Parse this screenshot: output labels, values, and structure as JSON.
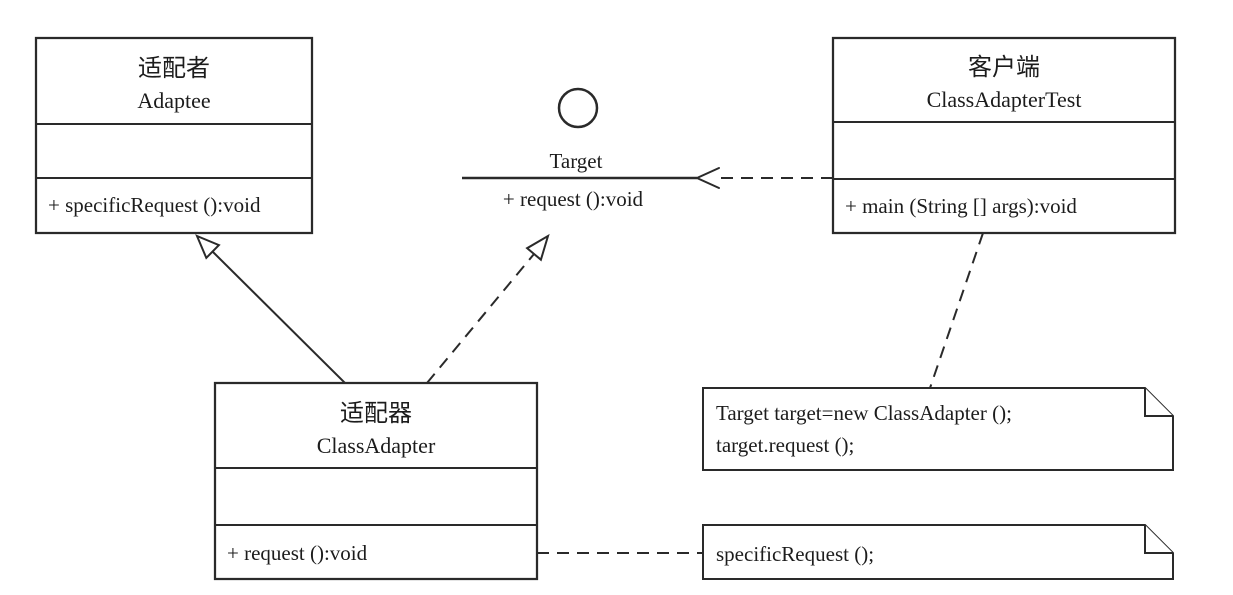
{
  "colors": {
    "background": "#ffffff",
    "stroke": "#2a2a2a",
    "text": "#1c1c1c"
  },
  "classes": {
    "adaptee": {
      "name_cn": "适配者",
      "name": "Adaptee",
      "attributes": "",
      "operations": "+ specificRequest ():void"
    },
    "client": {
      "name_cn": "客户端",
      "name": "ClassAdapterTest",
      "attributes": "",
      "operations": "+ main (String [] args):void"
    },
    "adapter": {
      "name_cn": "适配器",
      "name": "ClassAdapter",
      "attributes": "",
      "operations": "+ request ():void"
    }
  },
  "interface_lollipop": {
    "name": "Target",
    "operation": "+ request ():void"
  },
  "notes": {
    "client_note": {
      "line1": "Target target=new ClassAdapter ();",
      "line2": "target.request ();"
    },
    "adapter_note": {
      "line1": "specificRequest ();"
    }
  },
  "relationships": [
    {
      "type": "generalization",
      "from": "ClassAdapter",
      "to": "Adaptee",
      "line": "solid",
      "arrowhead": "hollow-triangle"
    },
    {
      "type": "realization",
      "from": "ClassAdapter",
      "to": "Target",
      "line": "dashed",
      "arrowhead": "hollow-triangle"
    },
    {
      "type": "dependency",
      "from": "ClassAdapterTest",
      "to": "Target",
      "line": "dashed",
      "arrowhead": "open"
    },
    {
      "type": "note-anchor",
      "from": "ClassAdapterTest",
      "to": "client_note",
      "line": "dashed"
    },
    {
      "type": "note-anchor",
      "from": "ClassAdapter.request",
      "to": "adapter_note",
      "line": "dashed"
    }
  ]
}
